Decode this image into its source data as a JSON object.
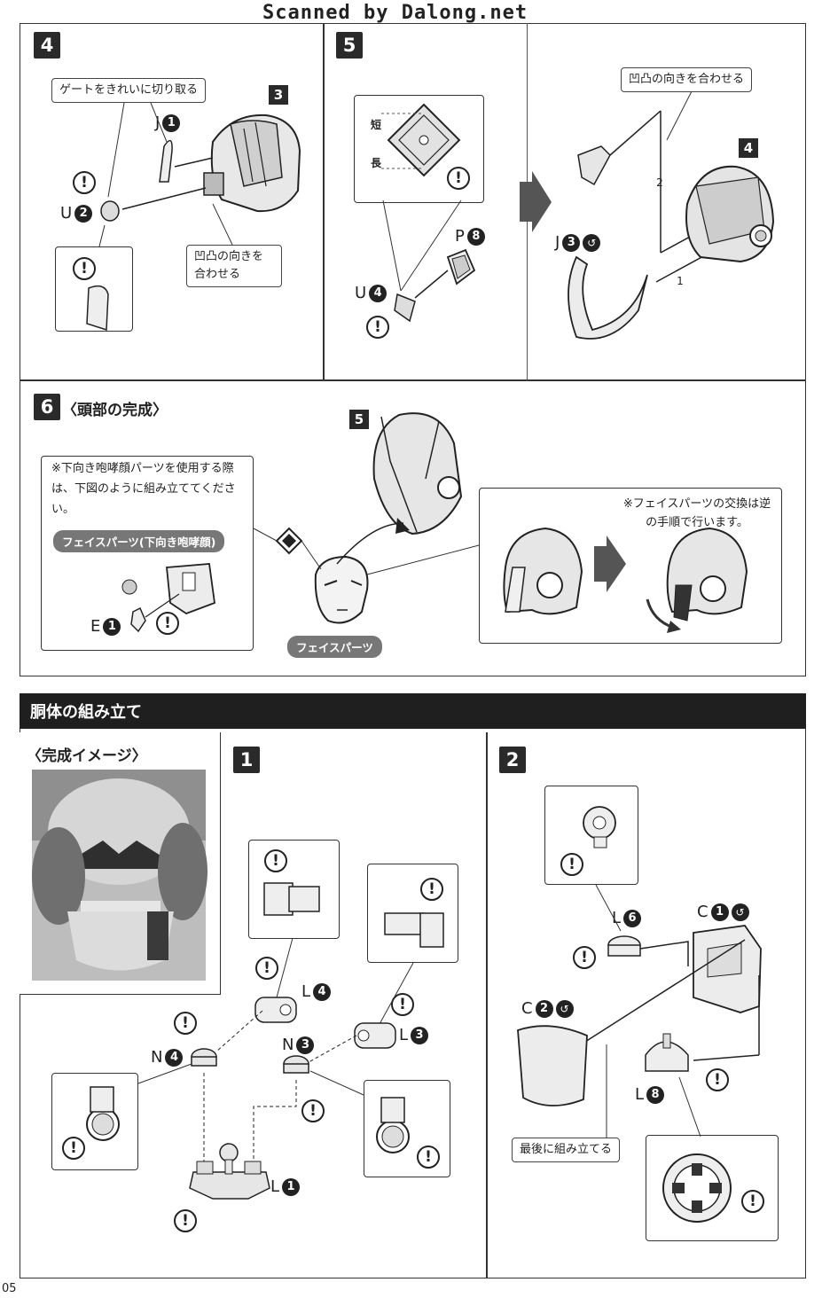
{
  "watermark": "Scanned by Dalong.net",
  "page_number": "05",
  "steps": {
    "s4": {
      "number": "4",
      "gate_note": "ゲートをきれいに切り取る",
      "ref": "3",
      "part_j": "J",
      "part_j_num": "1",
      "part_u": "U",
      "part_u_num": "2",
      "align_note": "凹凸の向きを合わせる"
    },
    "s5": {
      "number": "5",
      "short_label": "短",
      "long_label": "長",
      "part_p": "P",
      "part_p_num": "8",
      "part_u": "U",
      "part_u_num": "4",
      "align_note": "凹凸の向きを合わせる",
      "ref": "4",
      "part_j": "J",
      "part_j_num": "3",
      "order_1": "1",
      "order_2": "2"
    },
    "s6": {
      "number": "6",
      "title": "〈頭部の完成〉",
      "ref": "5",
      "note": "※下向き咆哮顔パーツを使用する際は、下図のように組み立ててください。",
      "face_down_label": "フェイスパーツ(下向き咆哮顔)",
      "part_e": "E",
      "part_e_num": "1",
      "face_label": "フェイスパーツ",
      "swap_note": "※フェイスパーツの交換は逆の手順で行います。"
    }
  },
  "torso": {
    "header": "胴体の組み立て",
    "image_title": "〈完成イメージ〉",
    "step1": {
      "number": "1",
      "part_l4": "L",
      "part_l4_num": "4",
      "part_l3": "L",
      "part_l3_num": "3",
      "part_n4": "N",
      "part_n4_num": "4",
      "part_n3": "N",
      "part_n3_num": "3",
      "part_l1": "L",
      "part_l1_num": "1"
    },
    "step2": {
      "number": "2",
      "part_l6": "L",
      "part_l6_num": "6",
      "part_c1": "C",
      "part_c1_num": "1",
      "part_c2": "C",
      "part_c2_num": "2",
      "part_l8": "L",
      "part_l8_num": "8",
      "last_note": "最後に組み立てる"
    }
  },
  "icons": [
    "warning-icon",
    "gate-cut-icon",
    "arrow-right-icon"
  ]
}
